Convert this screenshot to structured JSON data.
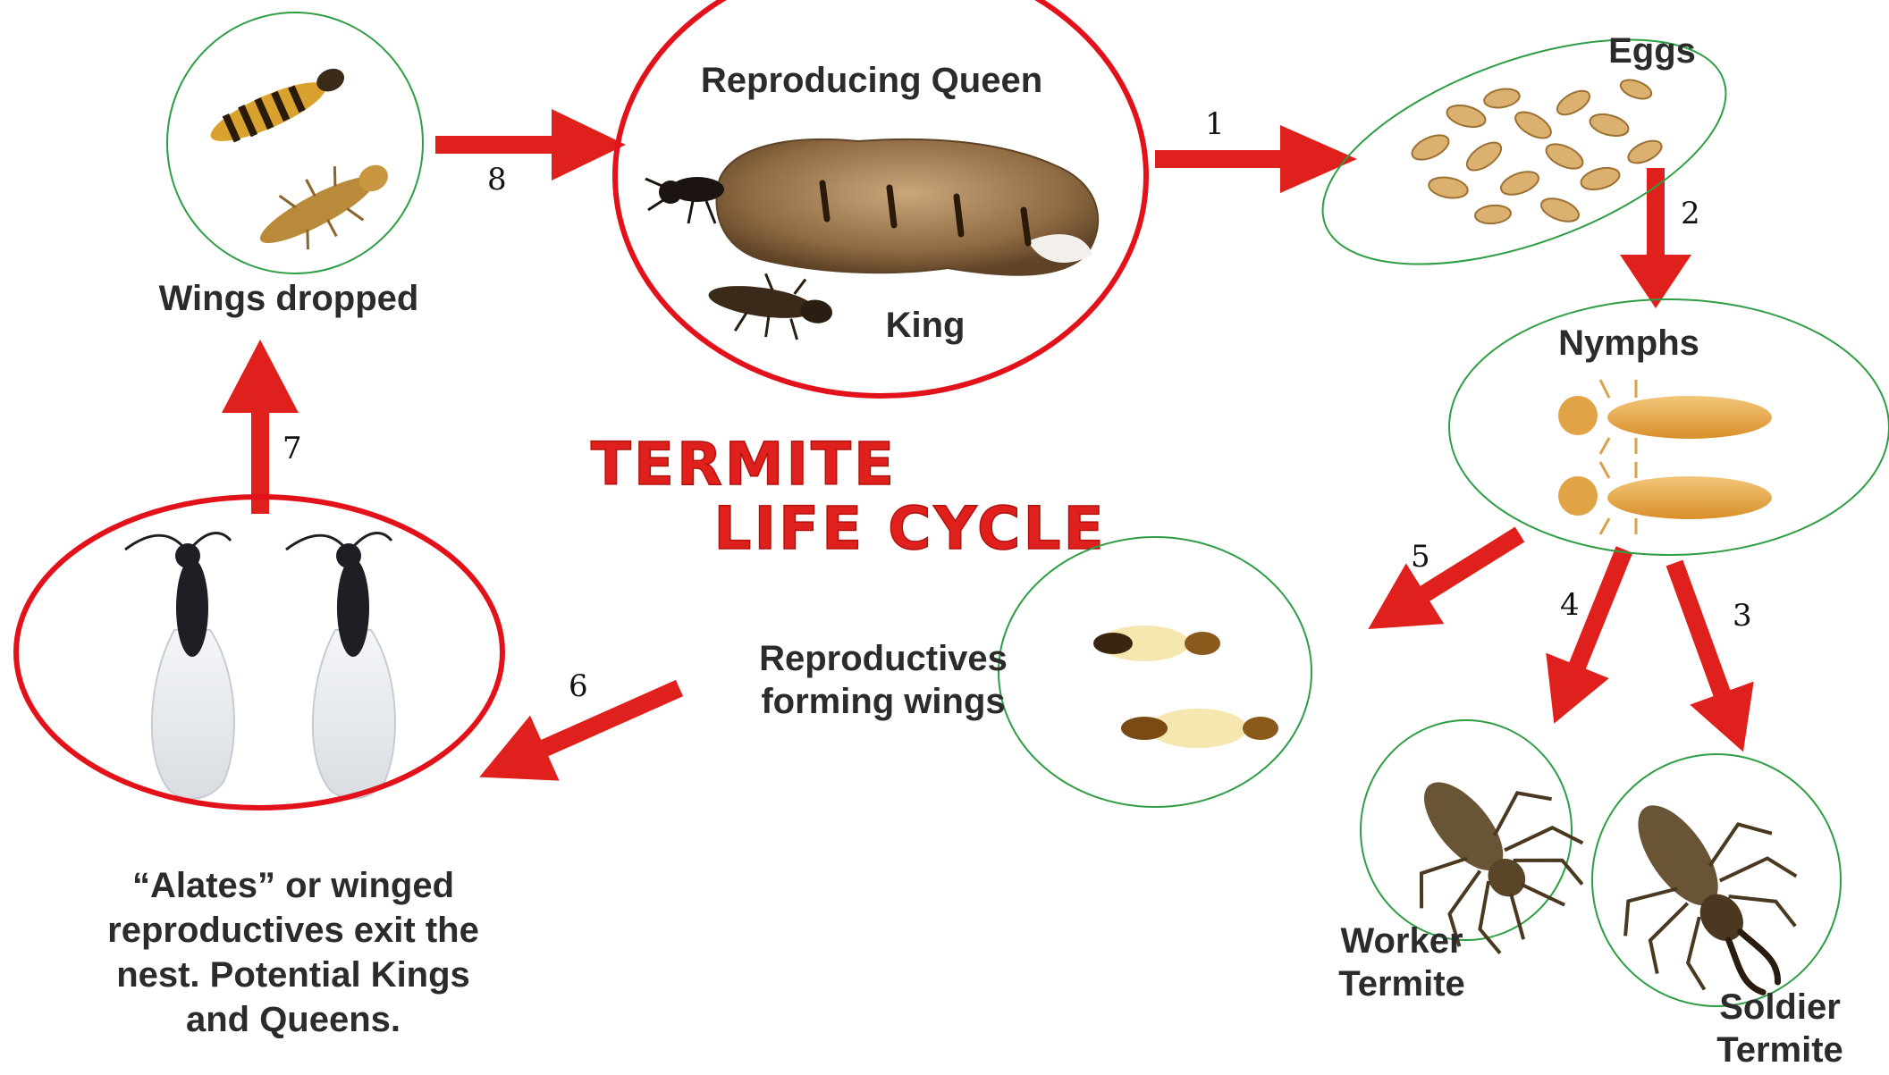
{
  "diagram": {
    "title_line1": "TERMITE",
    "title_line2": "LIFE CYCLE",
    "colors": {
      "arrow": "#e0201c",
      "highlight_ring": "#e3121a",
      "stage_ring": "#2e9e44",
      "label_text": "#2b2b2b",
      "title_text": "#e0201c"
    },
    "stages": {
      "queen": {
        "label": "Reproducing Queen",
        "sub_label": "King"
      },
      "eggs": {
        "label": "Eggs"
      },
      "nymphs": {
        "label": "Nymphs"
      },
      "worker": {
        "label_line1": "Worker",
        "label_line2": "Termite"
      },
      "soldier": {
        "label_line1": "Soldier",
        "label_line2": "Termite"
      },
      "reproductives": {
        "label_line1": "Reproductives",
        "label_line2": "forming wings"
      },
      "alates": {
        "caption_line1": "“Alates” or winged",
        "caption_line2": "reproductives exit the",
        "caption_line3": "nest. Potential Kings",
        "caption_line4": "and Queens."
      },
      "wings_dropped": {
        "label": "Wings dropped"
      }
    },
    "step_numbers": {
      "s1": "1",
      "s2": "2",
      "s3": "3",
      "s4": "4",
      "s5": "5",
      "s6": "6",
      "s7": "7",
      "s8": "8"
    }
  }
}
